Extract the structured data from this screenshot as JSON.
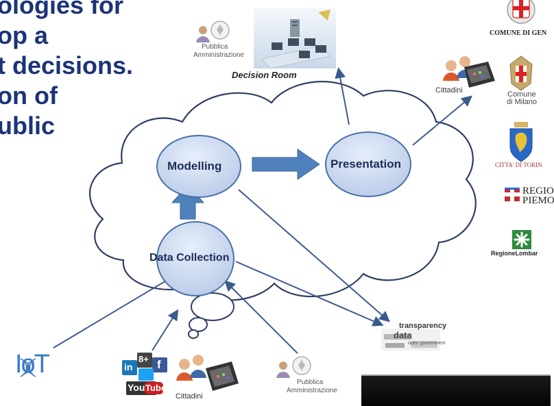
{
  "headline": [
    "ologies for",
    "op a",
    "t decisions.",
    "on of",
    "ublic"
  ],
  "nodes": {
    "modelling": "Modelling",
    "presentation": "Presentation",
    "data_collection": "Data Collection"
  },
  "decision_room": {
    "label": "Decision Room",
    "pa_line1": "Pubblica",
    "pa_line2": "Amministrazione"
  },
  "cittadini_top": "Cittadini",
  "bottom": {
    "iot": "IoT",
    "social": [
      "in",
      "8+",
      "f",
      "You",
      "Tube"
    ],
    "cittadini": "Cittadini",
    "pa_line1": "Pubblica",
    "pa_line2": "Amministrazione"
  },
  "tag_cloud": [
    "transparency",
    "data",
    "open government"
  ],
  "cities": {
    "genova": "COMUNE DI GEN",
    "milano_line1": "Comune",
    "milano_line2": "di Milano",
    "torino": "CITTA' DI TORIN",
    "piemonte_line1": "REGIO",
    "piemonte_line2": "PIEMON",
    "lombardia": "RegioneLombar"
  },
  "colors": {
    "headline": "#1b3478",
    "node_fill": "#cfdcf1",
    "node_stroke": "#4a6ea9",
    "arrow": "#4f81bd",
    "connector": "#3b5a8c",
    "cloud_stroke": "#2d3e63"
  }
}
